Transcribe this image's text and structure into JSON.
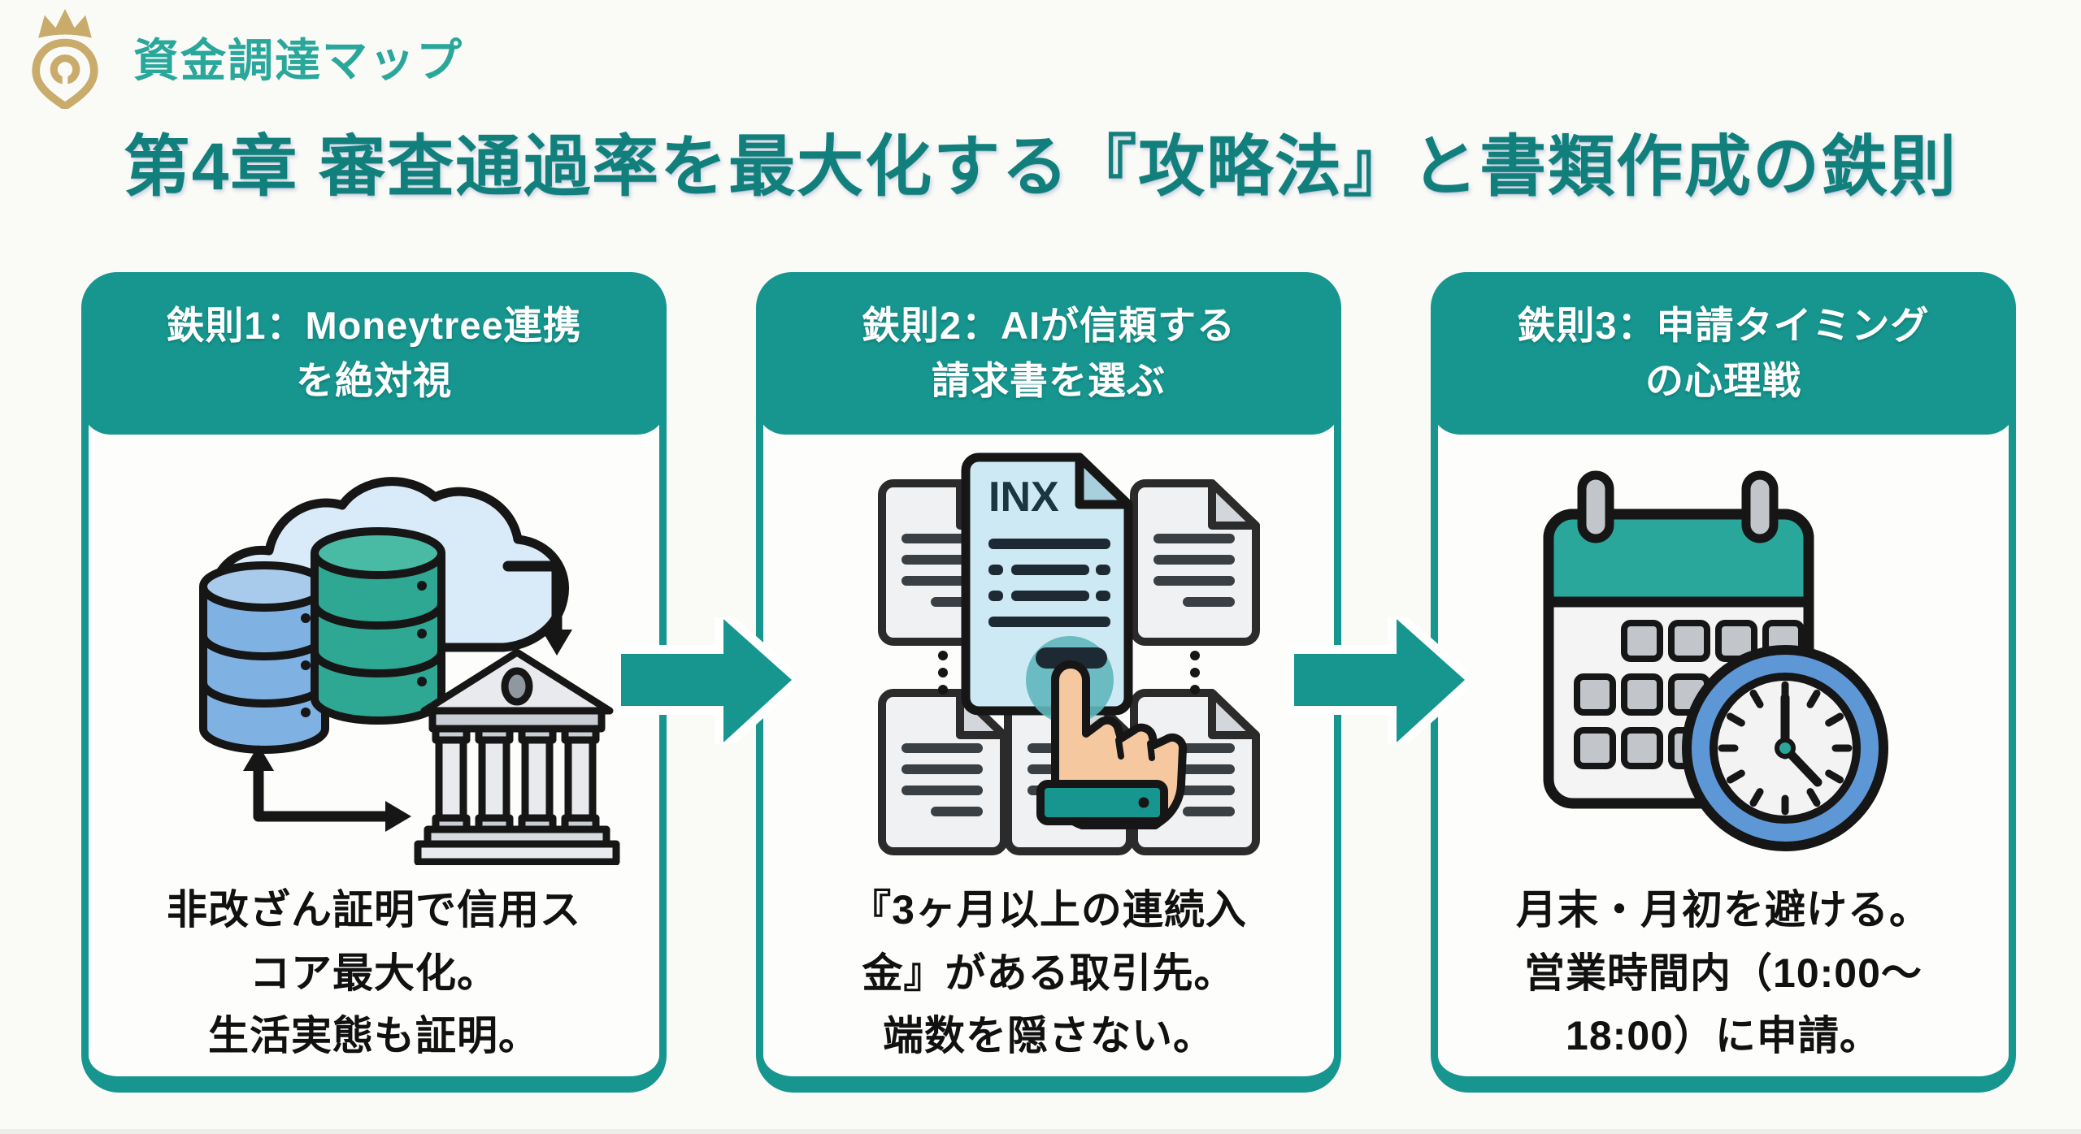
{
  "brand": {
    "logo_text": "資金調達マップ"
  },
  "title": "第4章 審査通過率を最大化する『攻略法』と書類作成の鉄則",
  "cards": [
    {
      "header": "鉄則1：Moneytree連携\nを絶対視",
      "icon": "cloud-database-bank",
      "body": "非改ざん証明で信用ス\nコア最大化。\n生活実態も証明。"
    },
    {
      "header": "鉄則2：AIが信頼する\n請求書を選ぶ",
      "icon": "invoice-selection",
      "invoice_label": "INX",
      "body": "『3ヶ月以上の連続入\n金』がある取引先。\n端数を隠さない。"
    },
    {
      "header": "鉄則3：申請タイミング\nの心理戦",
      "icon": "calendar-clock",
      "body": "月末・月初を避ける。\n営業時間内（10:00～\n18:00）に申請。"
    }
  ],
  "clock_time": "5:00",
  "colors": {
    "teal": "#16968F",
    "teal_light": "#2AA79B",
    "gold": "#C9AB6B",
    "title": "#117F7B",
    "body_text": "#111111",
    "background": "#FAFAF7",
    "card_bg": "#FDFDFB",
    "blue": "#5E97D6",
    "cloud": "#D9EBF9",
    "skin": "#F6C89F"
  }
}
